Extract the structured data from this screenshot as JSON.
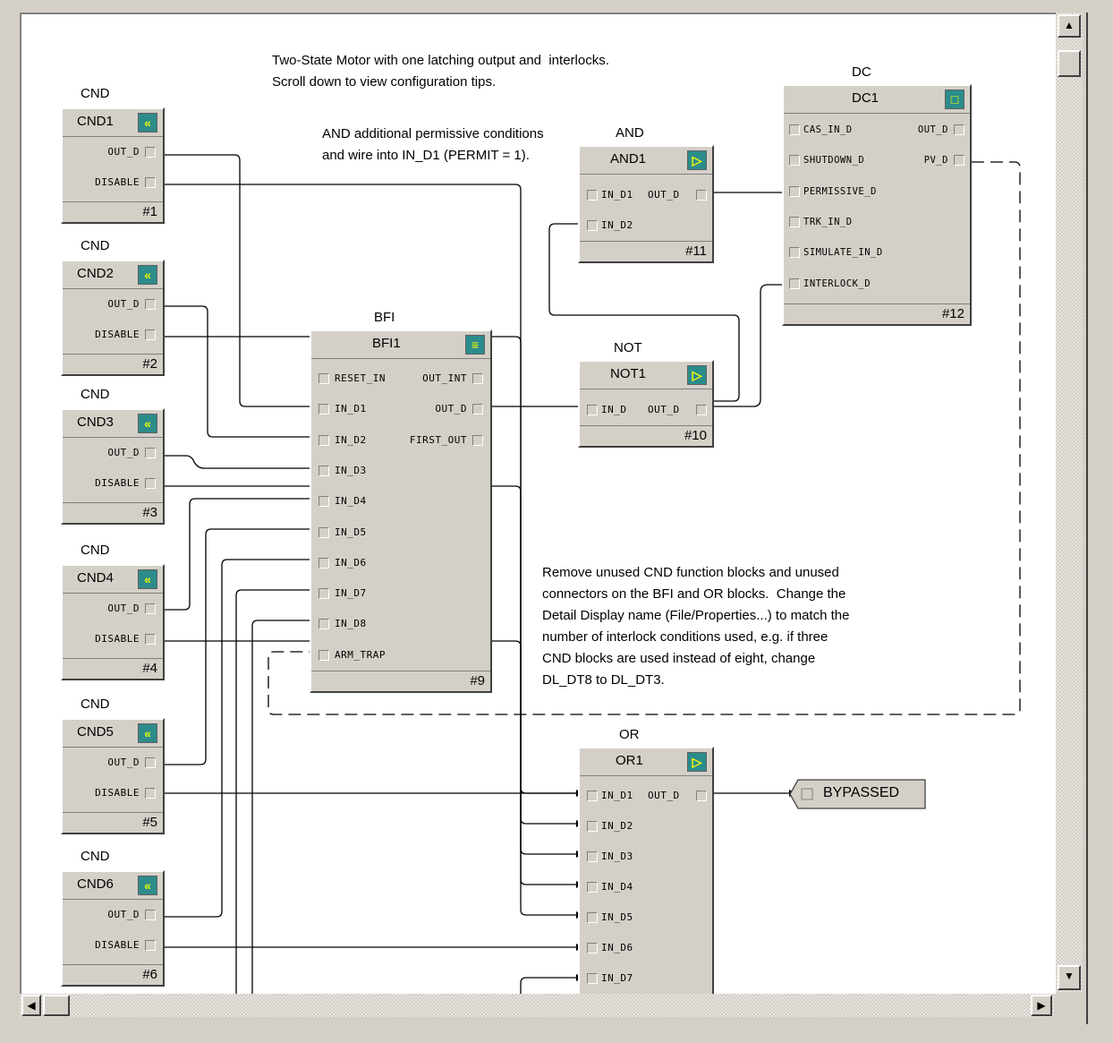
{
  "notes": {
    "header_line1": "Two-State Motor with one latching output and  interlocks.",
    "header_line2": "Scroll down to view configuration tips.",
    "and_line1": "AND additional permissive conditions",
    "and_line2": "and wire into IN_D1 (PERMIT = 1).",
    "tips": [
      "Remove unused CND function blocks and unused",
      "connectors on the BFI and OR blocks.  Change the",
      "Detail Display name (File/Properties...) to match the",
      "number of interlock conditions used, e.g. if three",
      "CND blocks are used instead of eight, change",
      "DL_DT8 to DL_DT3."
    ]
  },
  "cnd_blocks": [
    {
      "type": "CND",
      "name": "CND1",
      "pins": [
        "OUT_D",
        "DISABLE"
      ],
      "num": "#1"
    },
    {
      "type": "CND",
      "name": "CND2",
      "pins": [
        "OUT_D",
        "DISABLE"
      ],
      "num": "#2"
    },
    {
      "type": "CND",
      "name": "CND3",
      "pins": [
        "OUT_D",
        "DISABLE"
      ],
      "num": "#3"
    },
    {
      "type": "CND",
      "name": "CND4",
      "pins": [
        "OUT_D",
        "DISABLE"
      ],
      "num": "#4"
    },
    {
      "type": "CND",
      "name": "CND5",
      "pins": [
        "OUT_D",
        "DISABLE"
      ],
      "num": "#5"
    },
    {
      "type": "CND",
      "name": "CND6",
      "pins": [
        "OUT_D",
        "DISABLE"
      ],
      "num": "#6"
    }
  ],
  "bfi": {
    "type": "BFI",
    "name": "BFI1",
    "num": "#9",
    "left_pins": [
      "RESET_IN",
      "IN_D1",
      "IN_D2",
      "IN_D3",
      "IN_D4",
      "IN_D5",
      "IN_D6",
      "IN_D7",
      "IN_D8",
      "ARM_TRAP"
    ],
    "right_pins": [
      "OUT_INT",
      "OUT_D",
      "FIRST_OUT"
    ]
  },
  "and": {
    "type": "AND",
    "name": "AND1",
    "num": "#11",
    "in": [
      "IN_D1",
      "IN_D2"
    ],
    "out": "OUT_D"
  },
  "not": {
    "type": "NOT",
    "name": "NOT1",
    "num": "#10",
    "in": "IN_D",
    "out": "OUT_D"
  },
  "dc": {
    "type": "DC",
    "name": "DC1",
    "num": "#12",
    "left_pins": [
      "CAS_IN_D",
      "SHUTDOWN_D",
      "PERMISSIVE_D",
      "TRK_IN_D",
      "SIMULATE_IN_D",
      "INTERLOCK_D"
    ],
    "right_pins": [
      "OUT_D",
      "PV_D"
    ]
  },
  "or": {
    "type": "OR",
    "name": "OR1",
    "in": [
      "IN_D1",
      "IN_D2",
      "IN_D3",
      "IN_D4",
      "IN_D5",
      "IN_D6",
      "IN_D7"
    ],
    "out": "OUT_D"
  },
  "offsheet": {
    "label": "BYPASSED"
  },
  "icons": {
    "cnd": "condition-icon",
    "bfi": "bfi-icon",
    "and": "and-gate-icon",
    "not": "not-gate-icon",
    "dc": "device-control-icon",
    "or": "or-gate-icon"
  },
  "colors": {
    "icon_bg": "#2b8c8c",
    "icon_fg": "#ffff00",
    "block_bg": "#d4d0c8"
  }
}
